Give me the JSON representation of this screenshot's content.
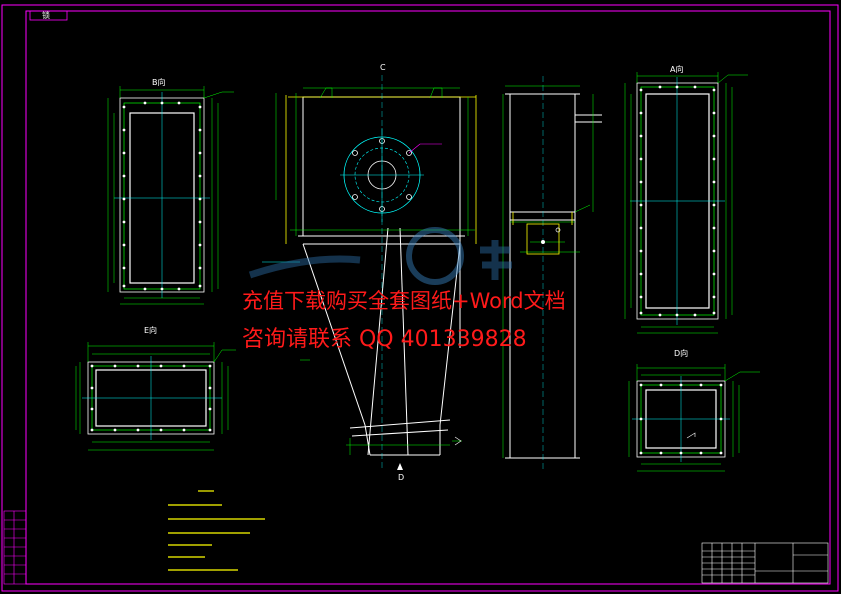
{
  "document": {
    "top_tag": "锁",
    "watermark": {
      "line1": "充值下载购买全套图纸+Word文档",
      "line2": "咨询请联系  QQ 401339828"
    },
    "views": {
      "b_view_label": "B向",
      "c_label": "C",
      "d_label": "D",
      "a_view_label": "A向",
      "e_view_label": "E向",
      "d_view_label": "D向"
    },
    "colors": {
      "frame": "#ff00ff",
      "outline": "#ffffff",
      "dimension": "#00ff00",
      "centerline": "#00ffff",
      "accent": "#ffff00",
      "watermark": "#ff1a1a"
    }
  }
}
